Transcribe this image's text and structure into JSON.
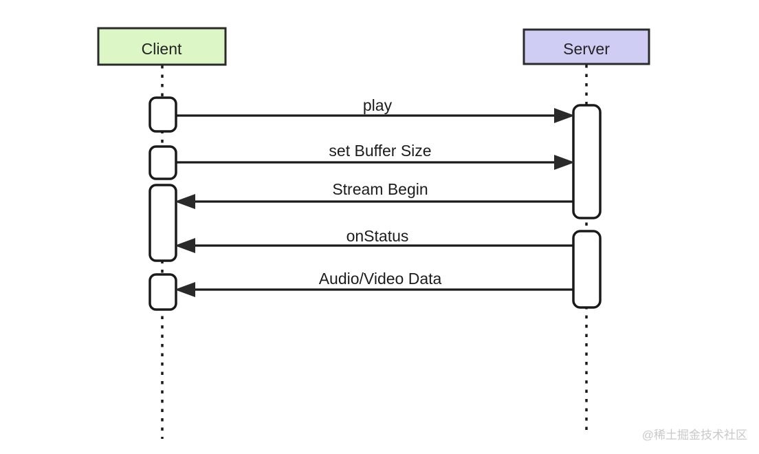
{
  "diagram": {
    "actors": [
      {
        "label": "Client",
        "fill": "#ddf6c5"
      },
      {
        "label": "Server",
        "fill": "#cfcdf3"
      }
    ],
    "messages": [
      {
        "label": "play",
        "from": "Client",
        "to": "Server",
        "direction": "right"
      },
      {
        "label": "set Buffer Size",
        "from": "Client",
        "to": "Server",
        "direction": "right"
      },
      {
        "label": "Stream Begin",
        "from": "Server",
        "to": "Client",
        "direction": "left"
      },
      {
        "label": "onStatus",
        "from": "Server",
        "to": "Client",
        "direction": "left"
      },
      {
        "label": "Audio/Video Data",
        "from": "Server",
        "to": "Client",
        "direction": "left"
      }
    ],
    "colors": {
      "client_fill": "#ddf6c5",
      "server_fill": "#cfcdf3",
      "stroke": "#1c1c1c",
      "activation_fill": "#ffffff",
      "watermark": "#c9c9c9"
    },
    "watermark": "@稀土掘金技术社区"
  }
}
